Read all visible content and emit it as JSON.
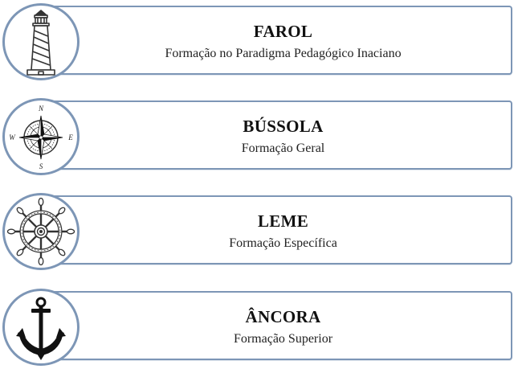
{
  "items": [
    {
      "title": "FAROL",
      "subtitle": "Formação no Paradigma Pedagógico Inaciano",
      "icon": "lighthouse-icon"
    },
    {
      "title": "BÚSSOLA",
      "subtitle": "Formação Geral",
      "icon": "compass-rose-icon",
      "compass_labels": [
        "N",
        "E",
        "S",
        "W"
      ]
    },
    {
      "title": "LEME",
      "subtitle": "Formação Específica",
      "icon": "ship-wheel-icon"
    },
    {
      "title": "ÂNCORA",
      "subtitle": "Formação Superior",
      "icon": "anchor-icon"
    }
  ],
  "colors": {
    "border": "#7d96b6",
    "text": "#111111",
    "background": "#ffffff"
  }
}
